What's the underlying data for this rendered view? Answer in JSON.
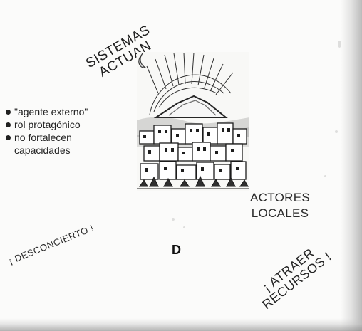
{
  "labels": {
    "system_line_1": "SISTEMAS",
    "system_line_2": "ACTUAN",
    "local_line_1": "ACTORES",
    "local_line_2": "LOCALES",
    "confusion": "¡ DESCONCIERTO !",
    "resources_line_1": "¡ ATRAER",
    "resources_line_2": "RECURSOS !",
    "center": "D"
  },
  "bullets": [
    "\"agente externo\"",
    "rol protagónico",
    "no fortalecen\ncapacidades"
  ],
  "colors": {
    "ink": "#1b1b1b",
    "paper": "#fbfbfa"
  }
}
